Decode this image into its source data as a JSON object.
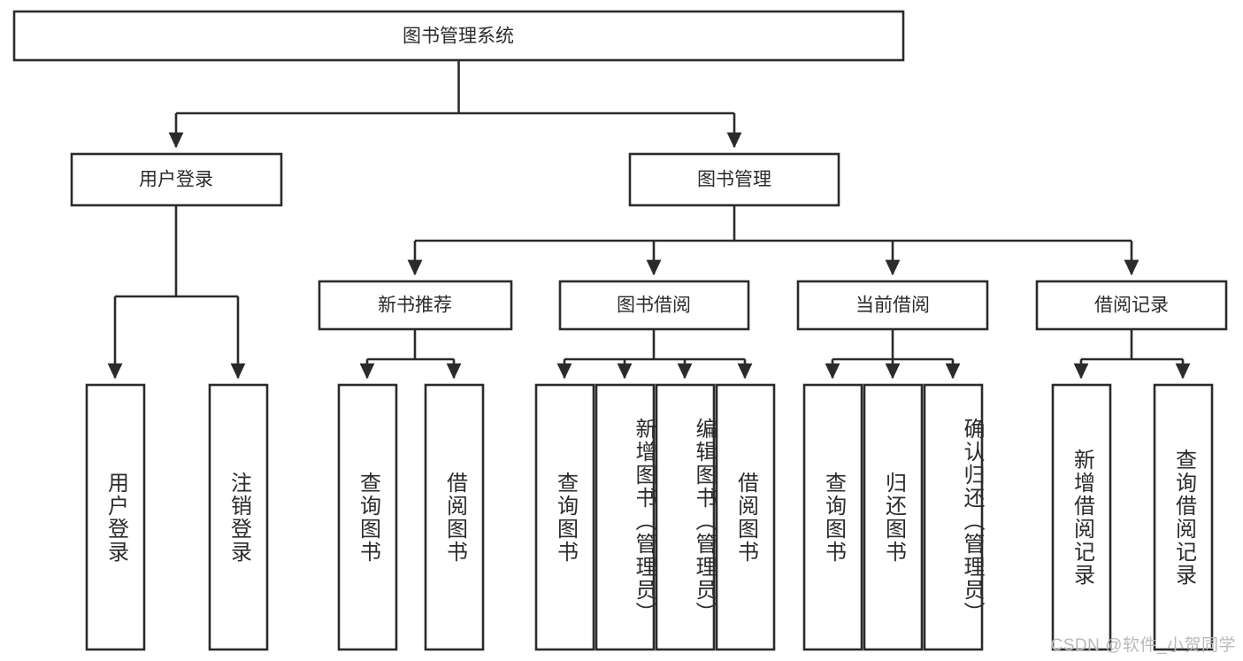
{
  "diagram": {
    "title": "图书管理系统",
    "orientation": "top-down-tree",
    "root": {
      "id": "root",
      "label": "图书管理系统"
    },
    "level1": [
      {
        "id": "user-login",
        "label": "用户登录"
      },
      {
        "id": "book-management",
        "label": "图书管理"
      }
    ],
    "level2": [
      {
        "id": "new-book-recommend",
        "label": "新书推荐",
        "parent": "book-management"
      },
      {
        "id": "book-borrow",
        "label": "图书借阅",
        "parent": "book-management"
      },
      {
        "id": "current-borrow",
        "label": "当前借阅",
        "parent": "book-management"
      },
      {
        "id": "borrow-record",
        "label": "借阅记录",
        "parent": "book-management"
      }
    ],
    "leaves": [
      {
        "id": "leaf-user-login",
        "label": "用户登录",
        "parent": "user-login"
      },
      {
        "id": "leaf-user-logout",
        "label": "注销登录",
        "parent": "user-login"
      },
      {
        "id": "leaf-query-book-1",
        "label": "查询图书",
        "parent": "new-book-recommend"
      },
      {
        "id": "leaf-borrow-book-1",
        "label": "借阅图书",
        "parent": "new-book-recommend"
      },
      {
        "id": "leaf-query-book-2",
        "label": "查询图书",
        "parent": "book-borrow"
      },
      {
        "id": "leaf-add-book",
        "label": "新增图书（管理员）",
        "parent": "book-borrow"
      },
      {
        "id": "leaf-edit-book",
        "label": "编辑图书（管理员）",
        "parent": "book-borrow"
      },
      {
        "id": "leaf-borrow-book-2",
        "label": "借阅图书",
        "parent": "book-borrow"
      },
      {
        "id": "leaf-query-book-3",
        "label": "查询图书",
        "parent": "current-borrow"
      },
      {
        "id": "leaf-return-book",
        "label": "归还图书",
        "parent": "current-borrow"
      },
      {
        "id": "leaf-confirm-return",
        "label": "确认归还（管理员）",
        "parent": "current-borrow"
      },
      {
        "id": "leaf-add-record",
        "label": "新增借阅记录",
        "parent": "borrow-record"
      },
      {
        "id": "leaf-query-record",
        "label": "查询借阅记录",
        "parent": "borrow-record"
      }
    ],
    "colors": {
      "stroke": "#2b2b2b",
      "fill": "#ffffff",
      "text": "#2b2b2b",
      "watermark": "#b9b9b9"
    }
  },
  "watermark": {
    "text": "CSDN @软件_小贺同学"
  }
}
